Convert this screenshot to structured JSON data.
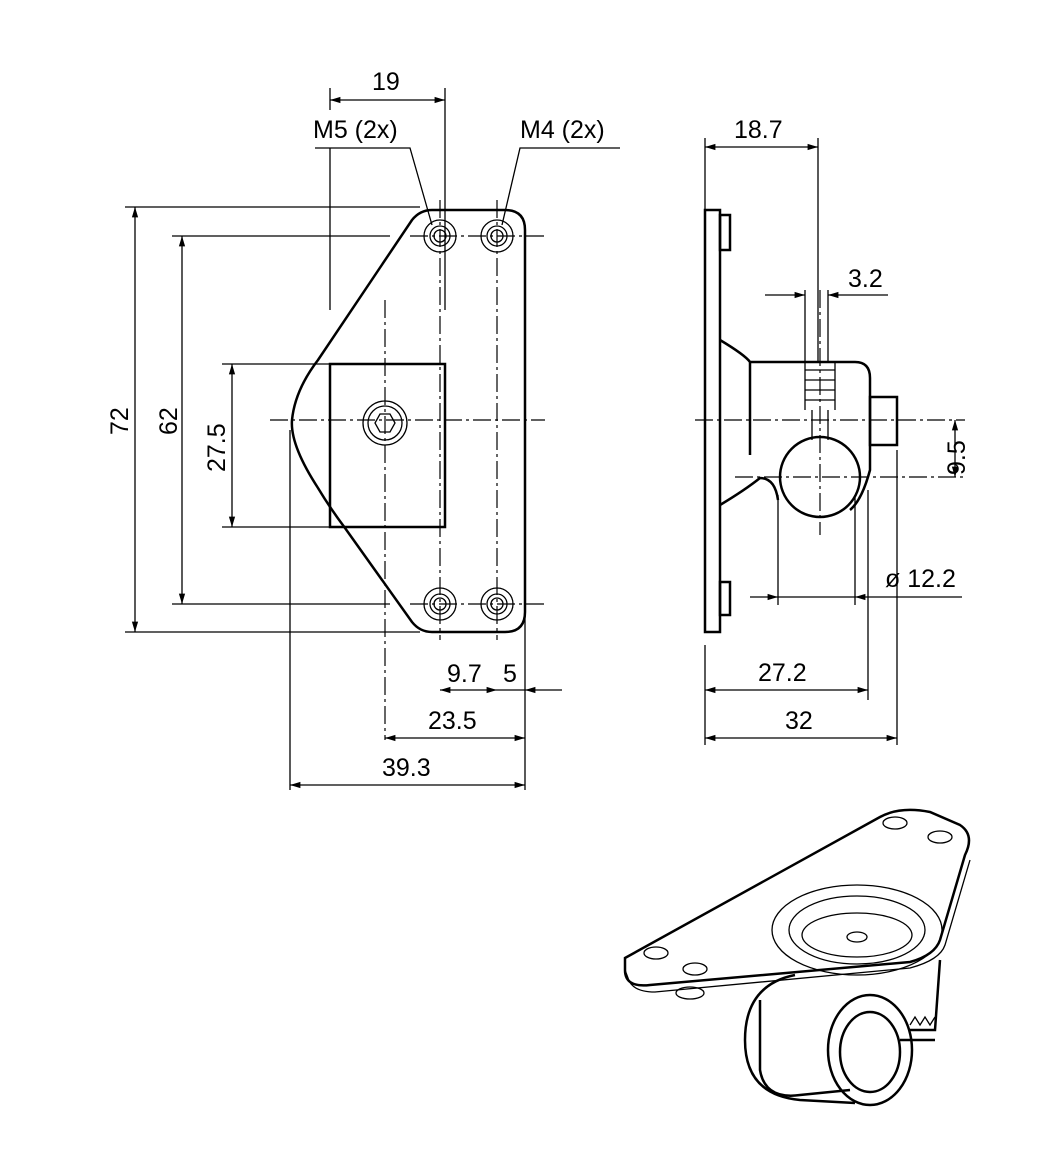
{
  "front_view": {
    "dim_19": "19",
    "label_m5": "M5 (2x)",
    "label_m4": "M4 (2x)",
    "dim_72": "72",
    "dim_62": "62",
    "dim_27_5": "27.5",
    "dim_9_7": "9.7",
    "dim_5": "5",
    "dim_23_5": "23.5",
    "dim_39_3": "39.3"
  },
  "side_view": {
    "dim_18_7": "18.7",
    "dim_3_2": "3.2",
    "dim_9_5": "9.5",
    "dim_dia_12_2": "ø 12.2",
    "dim_27_2": "27.2",
    "dim_32": "32"
  }
}
